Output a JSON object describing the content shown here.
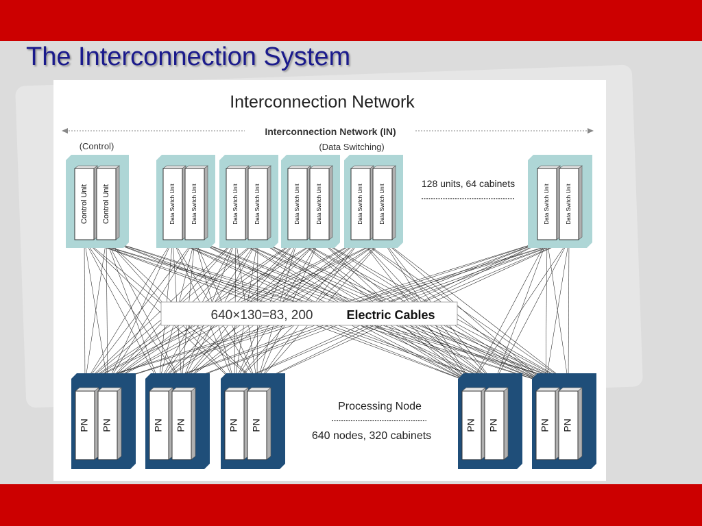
{
  "slide": {
    "title": "The Interconnection System"
  },
  "diagram": {
    "heading": "Interconnection Network",
    "in_label": "Interconnection Network (IN)",
    "control_label": "(Control)",
    "data_switching_label": "(Data Switching)",
    "control_unit_label": "Control Unit",
    "data_switch_unit_label": "Data Switch Unit",
    "units_label": "128 units, 64 cabinets",
    "cables_formula": "640×130=83, 200",
    "cables_label": "Electric Cables",
    "pn_label": "PN",
    "processing_node_label": "Processing Node",
    "nodes_label": "640 nodes, 320 cabinets"
  },
  "colors": {
    "accent_bar": "#cc0000",
    "title": "#1a1a8c",
    "in_cabinet": "#aed6d6",
    "pn_cabinet": "#1f4e79"
  }
}
